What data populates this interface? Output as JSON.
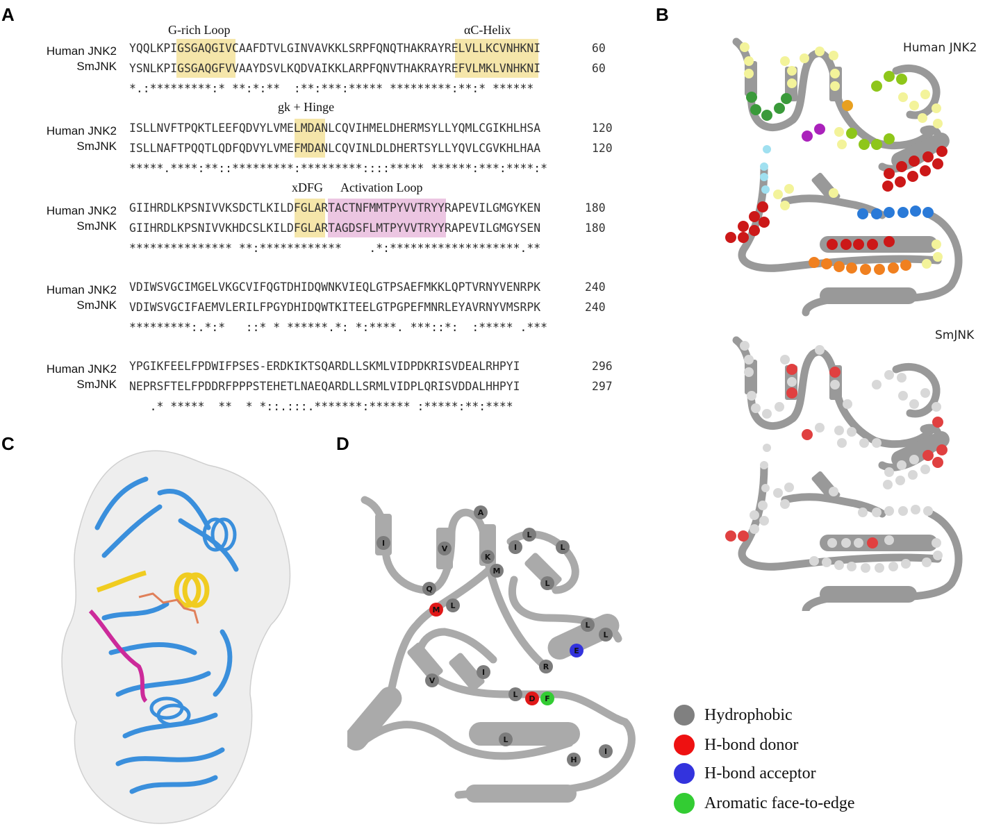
{
  "panels": {
    "a": "A",
    "b": "B",
    "c": "C",
    "d": "D"
  },
  "alignment": {
    "names": [
      "Human JNK2",
      "SmJNK"
    ],
    "blocks": [
      {
        "human": "YQQLKPIGSGAQGIVCAAFDTVLGINVAVKKLSRPFQNQTHAKRAYRELVLLKCVNHKNI",
        "human_end": "60",
        "sm": "YSNLKPIGSGAQGFVVAAYDSVLKQDVAIKKLARPFQNVTHAKRAYREFVLMKLVNHKNI",
        "sm_end": "60",
        "cons": "*.:*********:* **:*:**  :**:***:***** *********:**:* ******"
      },
      {
        "human": "ISLLNVFTPQKTLEEFQDVYLVMELMDANLCQVIHMELDHERMSYLLYQMLCGIKHLHSA",
        "human_end": "120",
        "sm": "ISLLNAFTPQQTLQDFQDVYLVMEFMDANLCQVINLDLDHERTSYLLYQVLCGVKHLHAA",
        "sm_end": "120",
        "cons": "*****.****:**::*********:*********::::***** ******:***:****:*"
      },
      {
        "human": "GIIHRDLKPSNIVVKSDCTLKILDFGLARTACTNFMMTPYVVTRYYRAPEVILGMGYKEN",
        "human_end": "180",
        "sm": "GIIHRDLKPSNIVVKHDCSLKILDFGLARTAGDSFLMTPYVVTRYYRAPEVILGMGYSEN",
        "sm_end": "180",
        "cons": "*************** **:************    .*:*******************.**"
      },
      {
        "human": "VDIWSVGCIMGELVKGCVIFQGTDHIDQWNKVIEQLGTPSAEFMKKLQPTVRNYVENRPK",
        "human_end": "240",
        "sm": "VDIWSVGCIFAEMVLERILFPGYDHIDQWTKITEELGTPGPEFMNRLEYAVRNYVMSRPK",
        "sm_end": "240",
        "cons": "*********:.*:*   ::* * ******.*: *:****. ***::*:  :***** .***"
      },
      {
        "human": "YPGIKFEELFPDWIFPSES-ERDKIKTSQARDLLSKMLVIDPDKRISVDEALRHPYI",
        "human_end": "296",
        "sm": "NEPRSFTELFPDDRFPPPSTEHETLNAEQARDLLSRMLVIDPLQRISVDDALHHPYI",
        "sm_end": "297",
        "cons": "   .* *****  **  * *::.:::.*******:****** :*****:**:****"
      }
    ],
    "regions": {
      "g_rich": "G-rich Loop",
      "ac_helix": "αC-Helix",
      "gk_hinge": "gk + Hinge",
      "xdfg": "xDFG",
      "activation": "Activation Loop"
    },
    "highlight_colors": {
      "yellow": "#f5e6aa",
      "pink": "#ecc6e2"
    }
  },
  "panel_b": {
    "human_label": "Human JNK2",
    "sm_label": "SmJNK"
  },
  "legend": [
    {
      "label": "Hydrophobic",
      "color": "#808080"
    },
    {
      "label": "H-bond donor",
      "color": "#ee1111"
    },
    {
      "label": "H-bond acceptor",
      "color": "#3333dd"
    },
    {
      "label": "Aromatic face-to-edge",
      "color": "#33cc33"
    }
  ],
  "panel_d": {
    "residues": [
      "I",
      "V",
      "A",
      "K",
      "M",
      "I",
      "L",
      "L",
      "Q",
      "M",
      "L",
      "L",
      "L",
      "E",
      "R",
      "V",
      "I",
      "L",
      "D",
      "F",
      "L",
      "H",
      "I"
    ]
  }
}
